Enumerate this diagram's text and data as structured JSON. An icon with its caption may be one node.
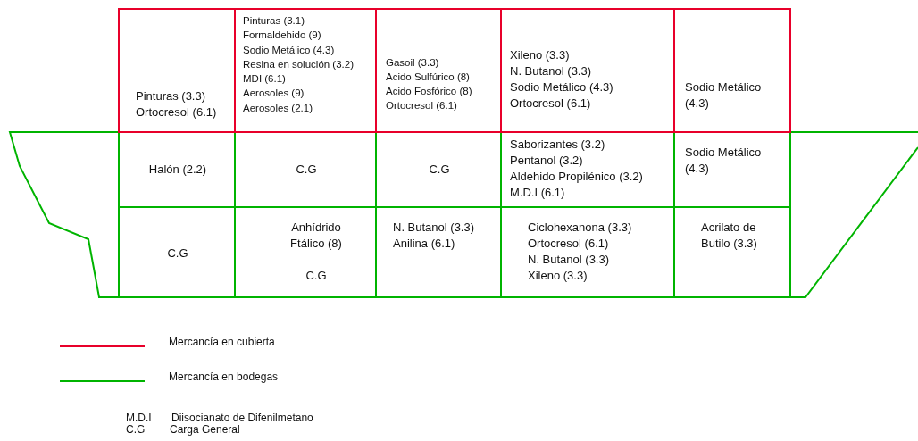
{
  "diagram": {
    "nodes": [
      {
        "text": [
          "Pinturas  (3.3)",
          "Ortocresol (6.1)"
        ]
      },
      {
        "text": [
          "Pinturas (3.1)",
          "Formaldehido (9)",
          "Sodio Metálico (4.3)",
          "Resina en solución (3.2)",
          "MDI (6.1)",
          "Aerosoles (9)",
          "Aerosoles (2.1)"
        ]
      },
      {
        "text": [
          "Gasoil (3.3)",
          "Acido Sulfúrico (8)",
          "Acido Fosfórico (8)",
          "Ortocresol (6.1)"
        ]
      },
      {
        "text": [
          "Xileno (3.3)",
          "N. Butanol (3.3)",
          "Sodio Metálico (4.3)",
          "Ortocresol (6.1)"
        ]
      },
      {
        "text": [
          "Sodio Metálico (4.3)"
        ]
      },
      {
        "text": [
          "Halón (2.2)"
        ]
      },
      {
        "text": [
          "C.G"
        ]
      },
      {
        "text": [
          "C.G"
        ]
      },
      {
        "text": [
          "Saborizantes (3.2)",
          "Pentanol (3.2)",
          "Aldehido Propilénico (3.2)",
          "M.D.I (6.1)"
        ]
      },
      {
        "text": [
          "Sodio Metálico (4.3)"
        ]
      },
      {
        "text": [
          "C.G"
        ]
      },
      {
        "text": [
          "Anhídrido Ftálico (8)",
          "C.G"
        ]
      },
      {
        "text": [
          "N. Butanol (3.3)",
          "Anilina (6.1)"
        ]
      },
      {
        "text": [
          "Ciclohexanona (3.3)",
          "Ortocresol (6.1)",
          "N. Butanol (3.3)",
          "Xileno (3.3)"
        ]
      },
      {
        "text": [
          "Acrilato de Butilo (3.3)"
        ]
      }
    ],
    "edges": [],
    "labels": [
      "M.D.I",
      "Diisocianato de Difenilmetano",
      "C.G",
      "Carga General"
    ],
    "legend": [
      {
        "text": "Mercancía en cubierta"
      },
      {
        "text": "Mercancía en bodegas"
      }
    ]
  }
}
